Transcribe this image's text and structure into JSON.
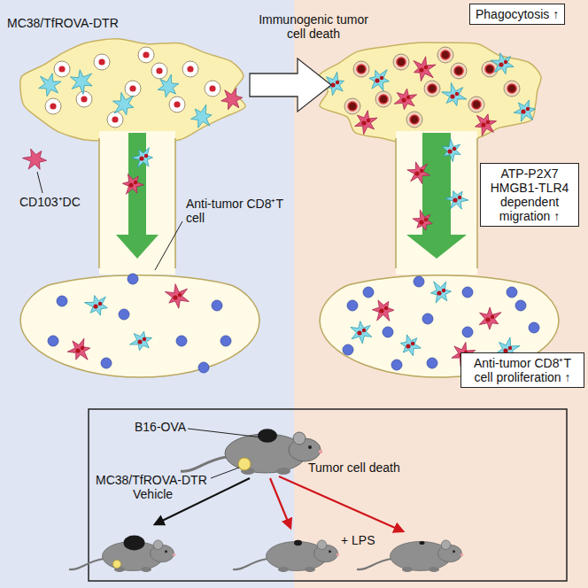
{
  "diagram": {
    "nodes": [
      {
        "text": [
          "Phagocytosis ↑"
        ]
      },
      {
        "text": [
          "ATP-P2X7 HMGB1-TLR4 dependent migration ↑"
        ]
      },
      {
        "text": [
          "Anti-tumor CD8⁺T cell proliferation ↑"
        ]
      }
    ],
    "labels": [
      "MC38/TfROVA-DTR",
      "CD103⁺DC",
      "Immunogenic tumor cell death",
      "Anti-tumor CD8⁺T cell",
      "B16-OVA",
      "MC38/TfROVA-DTR",
      "Vehicle",
      "Tumor cell death",
      "+ LPS"
    ]
  }
}
